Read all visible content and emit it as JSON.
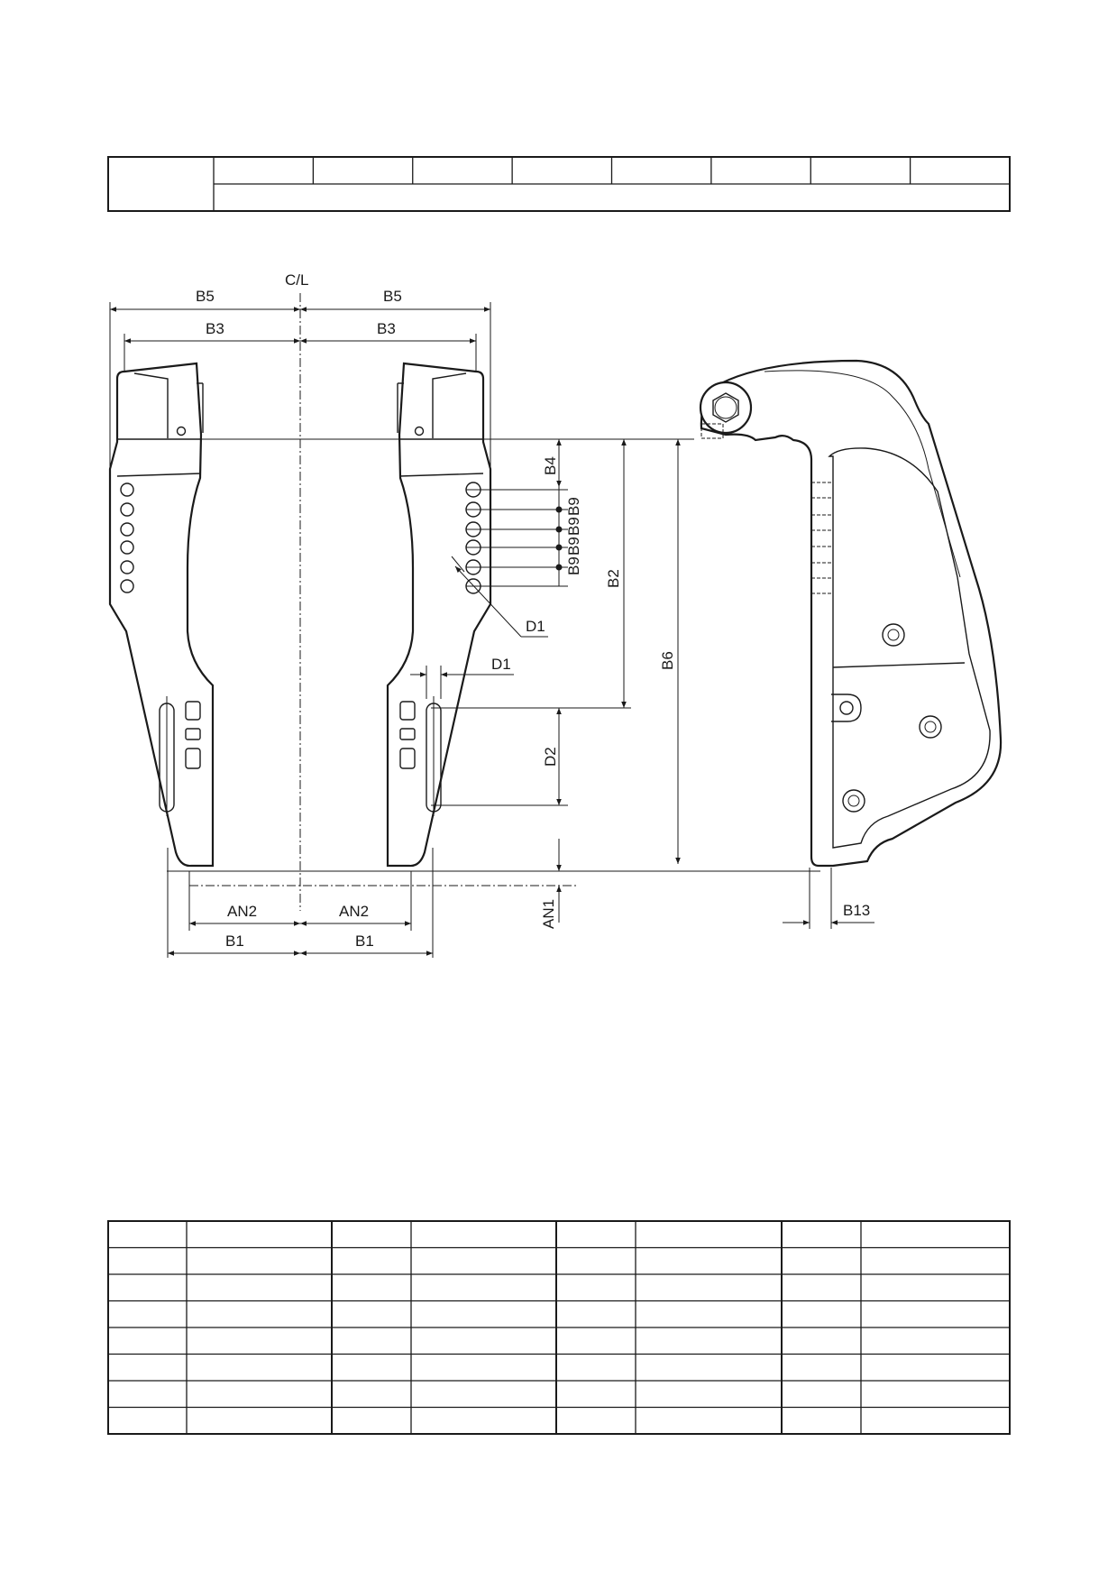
{
  "labels": {
    "centerline": "C/L",
    "b5_left": "B5",
    "b5_right": "B5",
    "b3_left": "B3",
    "b3_right": "B3",
    "b4": "B4",
    "b9_1": "B9",
    "b9_2": "B9",
    "b9_3": "B9",
    "b9_4": "B9",
    "b2": "B2",
    "b6": "B6",
    "d1_holes": "D1",
    "d1_slot": "D1",
    "d2": "D2",
    "an1": "AN1",
    "an2_left": "AN2",
    "an2_right": "AN2",
    "b1_left": "B1",
    "b1_right": "B1",
    "b13": "B13"
  },
  "top_table": {
    "columns": 8,
    "rows": 2
  },
  "bottom_table": {
    "columns": 8,
    "rows": 8
  }
}
